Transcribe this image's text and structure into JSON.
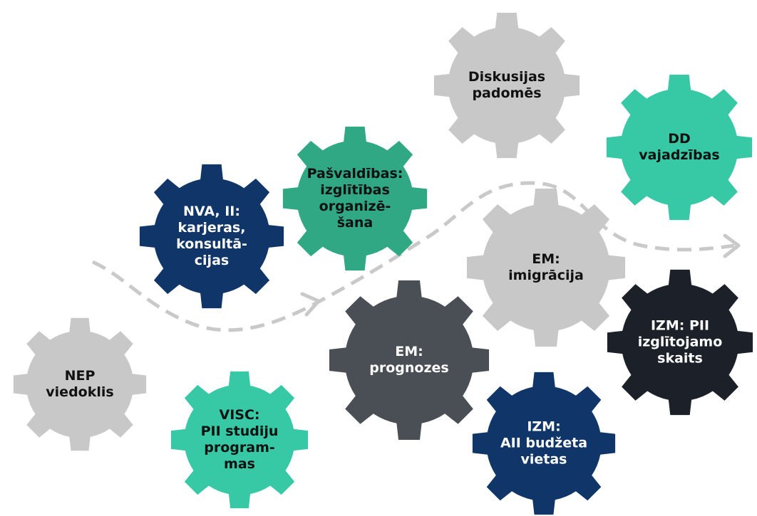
{
  "colors": {
    "light_gray": "#c8c8c8",
    "teal": "#37c8a5",
    "green": "#30a884",
    "navy": "#0f3569",
    "dark_gray": "#4a4e55",
    "black": "#1b2029",
    "arrow": "#c9c9c9",
    "white": "#ffffff",
    "dark_text": "#111111"
  },
  "gears": [
    {
      "id": "nep",
      "lines": [
        "NEP",
        "viedoklis"
      ],
      "color": "light_gray",
      "text": "dark"
    },
    {
      "id": "visc",
      "lines": [
        "VISC:",
        "PII studiju",
        "program-",
        "mas"
      ],
      "color": "teal",
      "text": "dark"
    },
    {
      "id": "nva",
      "lines": [
        "NVA, II:",
        "karjeras,",
        "konsultā-",
        "cijas"
      ],
      "color": "navy",
      "text": "light"
    },
    {
      "id": "pasvaldibas",
      "lines": [
        "Pašvaldības:",
        "izglītības",
        "organizē-",
        "šana"
      ],
      "color": "green",
      "text": "dark"
    },
    {
      "id": "em-prognozes",
      "lines": [
        "EM:",
        "prognozes"
      ],
      "color": "dark_gray",
      "text": "light"
    },
    {
      "id": "diskusijas",
      "lines": [
        "Diskusijas",
        "padomēs"
      ],
      "color": "light_gray",
      "text": "dark"
    },
    {
      "id": "em-imigracija",
      "lines": [
        "EM:",
        "imigrācija"
      ],
      "color": "light_gray",
      "text": "dark"
    },
    {
      "id": "izm-aii",
      "lines": [
        "IZM:",
        "AII budžeta",
        "vietas"
      ],
      "color": "navy",
      "text": "light"
    },
    {
      "id": "dd",
      "lines": [
        "DD",
        "vajadzības"
      ],
      "color": "teal",
      "text": "dark"
    },
    {
      "id": "izm-pii",
      "lines": [
        "IZM: PII",
        "izglītojamo",
        "skaits"
      ],
      "color": "black",
      "text": "light"
    }
  ]
}
